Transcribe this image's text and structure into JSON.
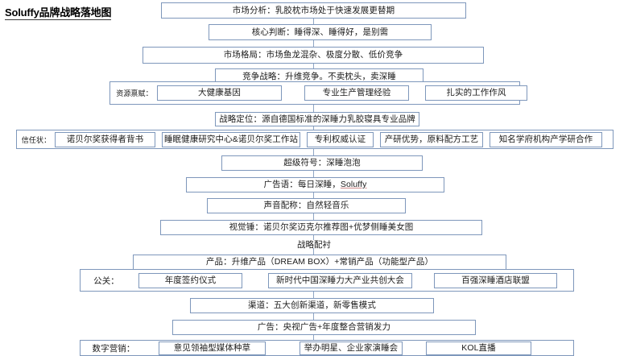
{
  "title": "Soluffy品牌战略落地图",
  "rows": {
    "market_analysis": "市场分析：乳胶枕市场处于快速发展更替期",
    "core_judgement": "核心判断：睡得深、睡得好，是别需",
    "market_landscape": "市场格局：市场鱼龙混杂、极度分散、低价竞争",
    "competition_strategy": "竞争战略：升维竞争。不卖枕头，卖深睡",
    "strategic_position": "战略定位：源自德国标准的深睡力乳胶寝具专业品牌",
    "super_symbol": "超级符号：深睡泡泡",
    "slogan_prefix": "广告语：每日深睡，",
    "slogan_brand": "Soluffy",
    "sound_match": "声音配称：自然轻音乐",
    "visual_hammer": "视觉锤：诺贝尔奖迈克尔推荐图+优梦侧睡美女图",
    "strategy_support_caption": "战略配衬",
    "product": "产品：升维产品（DREAM BOX）+常销产品（功能型产品）",
    "channel": "渠道：五大创新渠道，新零售模式",
    "advertising": "广告：央视广告+年度整合营销发力"
  },
  "resource_row": {
    "label": "资源禀赋：",
    "items": [
      "大健康基因",
      "专业生产管理经验",
      "扎实的工作作风"
    ]
  },
  "trust_row": {
    "label": "信任状：",
    "items": [
      "诺贝尔奖获得者背书",
      "睡眠健康研究中心&诺贝尔奖工作站",
      "专利权威认证",
      "产研优势，原料配方工艺",
      "知名学府机构产学研合作"
    ]
  },
  "pr_row": {
    "label": "公关：",
    "items": [
      "年度签约仪式",
      "新时代中国深睡力大产业共创大会",
      "百强深睡酒店联盟"
    ]
  },
  "digital_row": {
    "label": "数字营销：",
    "items": [
      "意见领袖型媒体种草",
      "举办明星、企业家演睡会",
      "KOL直播"
    ]
  },
  "colors": {
    "box_border": "#7e97bb",
    "connector": "#8fa5c4",
    "text": "#1b1b1b",
    "title": "#000000",
    "brand_underline": "#d08a8a"
  }
}
